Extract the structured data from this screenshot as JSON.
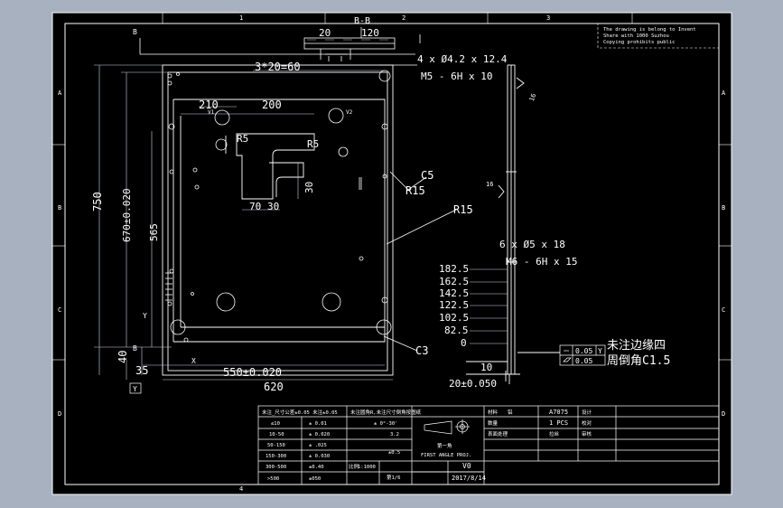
{
  "colors": {
    "background": "#a7b1bf",
    "sheet": "#000000",
    "line": "#ffffff",
    "dim": "#cfd8e6"
  },
  "section": {
    "label": "B-B",
    "marker_top": "B",
    "marker_bottom": "B"
  },
  "notice": [
    "The drawing is belong to Invent",
    "Share with 1000 Suzhou",
    "Copying prohibits public"
  ],
  "zone_letters": [
    "A",
    "B",
    "C",
    "D"
  ],
  "zone_numbers": [
    "1",
    "2",
    "3",
    "4"
  ],
  "dimensions": {
    "d20": "20",
    "d120": "120",
    "hole_spec_1": "4 x Ø4.2 x 12.4",
    "hole_spec_2": "M5 - 6H x 10",
    "pitch": "3*20=60",
    "d210": "210",
    "d200": "200",
    "r5a": "R5",
    "r5b": "R5",
    "d30": "30",
    "d70": "70",
    "d30b": "30",
    "d750": "750",
    "d670": "670±0.020",
    "d565": "565",
    "d40": "40",
    "d35": "35",
    "d550": "550±0.020",
    "d620": "620",
    "c5": "C5",
    "r15a": "R15",
    "r15b": "R15",
    "c3": "C3",
    "d10": "10",
    "d20tol": "20±0.050",
    "hole_spec_3": "6 x Ø5 x 18",
    "hole_spec_4": "M6 - 6H x 15",
    "y": "Y",
    "x": "X",
    "datum": "Y",
    "v1": "V1",
    "v2": "V2",
    "sixteen_a": "16",
    "sixteen_b": "16"
  },
  "heights": [
    "182.5",
    "162.5",
    "142.5",
    "122.5",
    "102.5",
    "82.5",
    "0"
  ],
  "gdt": {
    "row1": "0.05",
    "row1_datum": "Y",
    "row2": "0.05"
  },
  "note_cn": {
    "line1": "未注边缘四",
    "line2": "周倒角C1.5"
  },
  "title_block": {
    "tol_header": "未注_尺寸公差±0.05 未注±0.05",
    "tolerance_rows": [
      [
        "≤10",
        "± 0.01"
      ],
      [
        "10-50",
        "± 0.020"
      ],
      [
        "50-150",
        "± .025"
      ],
      [
        "150-300",
        "± 0.030"
      ],
      [
        "300-500",
        "±0.40"
      ],
      [
        ">500",
        "±050"
      ]
    ],
    "general_note": "未注圆角R,未注尺寸倒角按图纸",
    "angle_tol": "± 0°-30'",
    "roughness": "3.2",
    "flatness": "±0.5",
    "scale_label": "比例",
    "scale": "1:1000",
    "sheet_label": "第1/6",
    "projection_cn": "第一角",
    "projection": "FIRST ANGLE PROJ.",
    "revision": "V0",
    "date": "2017/8/14",
    "part_no": "A7075",
    "qty": "1  PCS",
    "labels": [
      "材料",
      "数量",
      "表面处理",
      "设计",
      "校对",
      "审核"
    ],
    "values_right": [
      "铝",
      "拉丝",
      "",
      "",
      "",
      ""
    ]
  }
}
